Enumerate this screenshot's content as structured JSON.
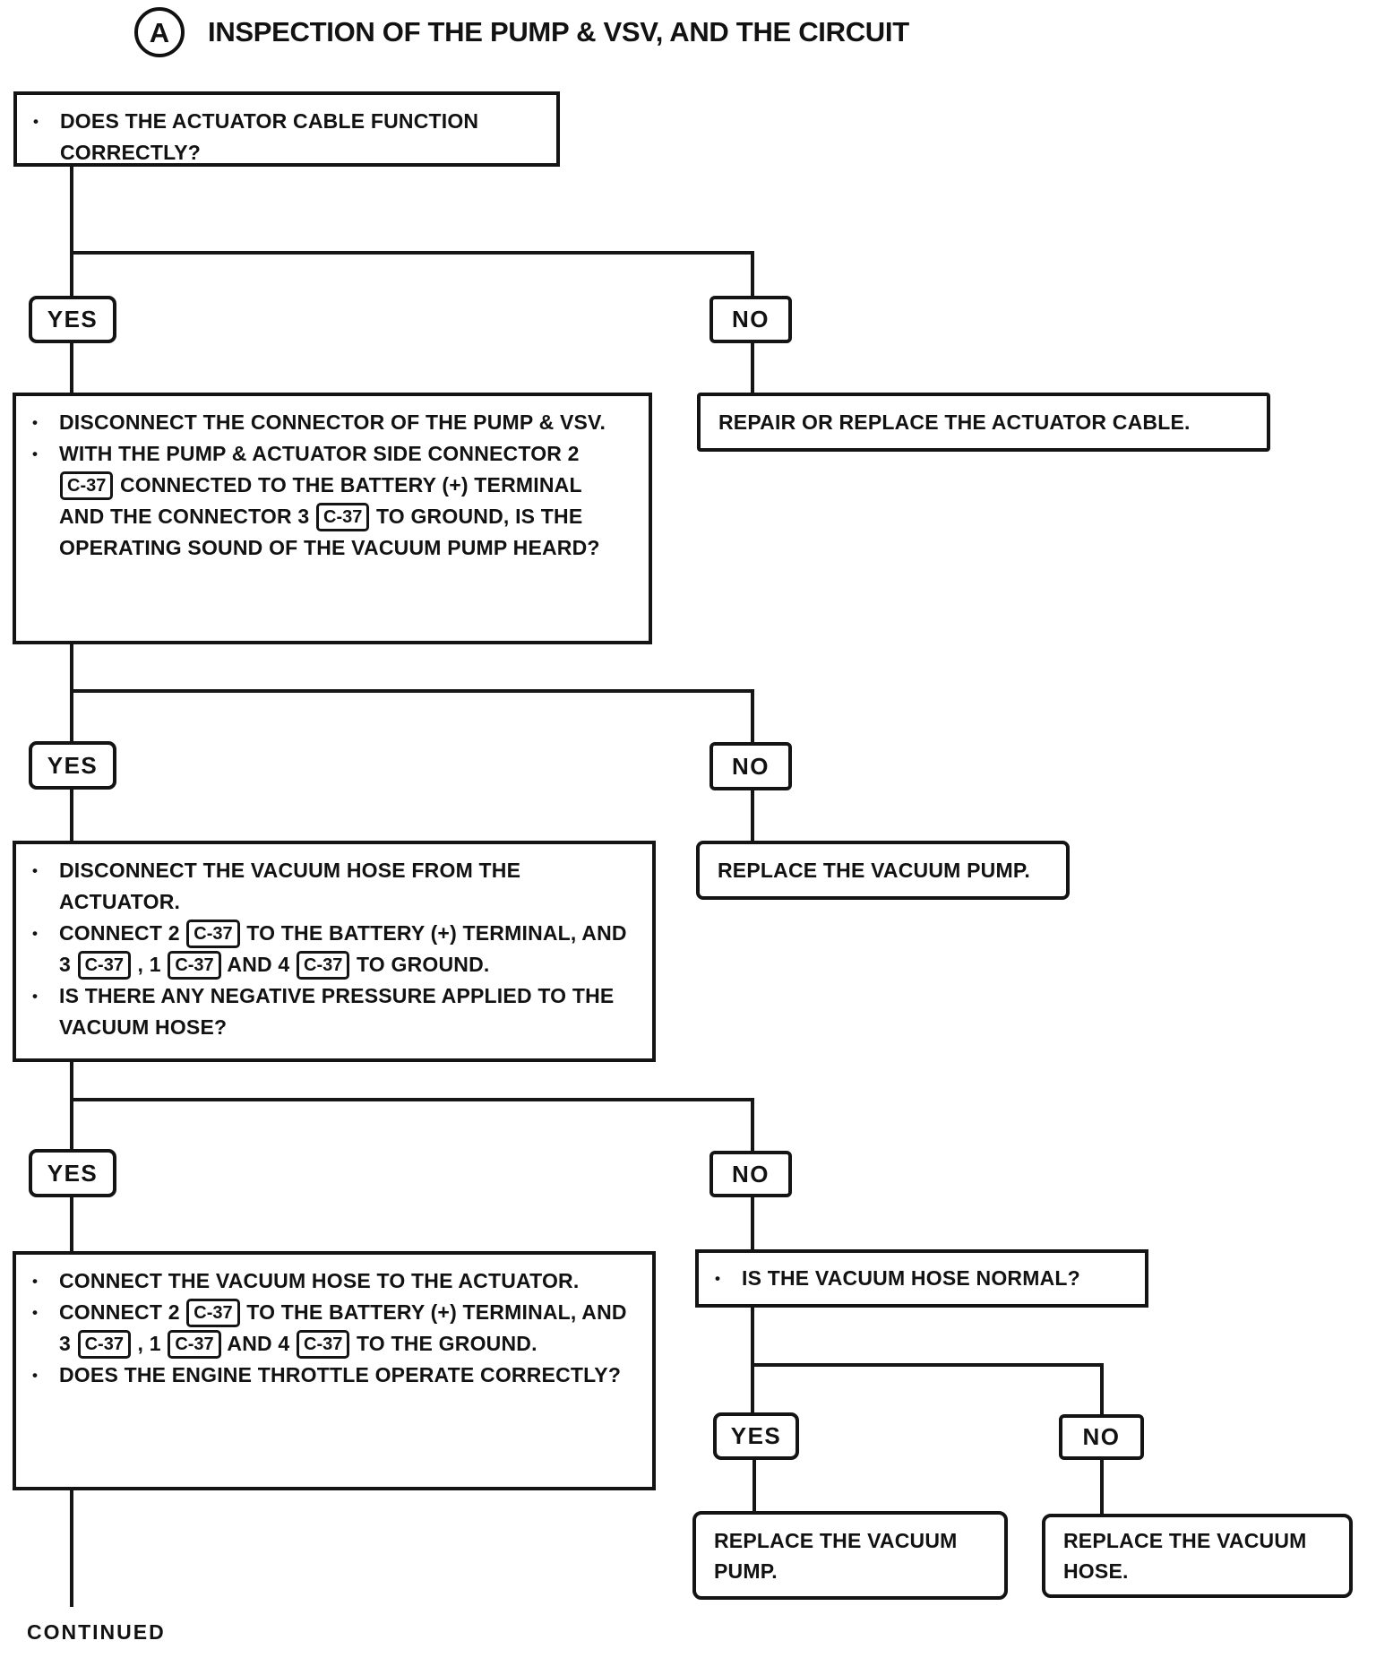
{
  "header": {
    "badge": "A",
    "title": "INSPECTION OF THE PUMP & VSV, AND THE CIRCUIT"
  },
  "labels": {
    "yes": "YES",
    "no": "NO",
    "continued": "CONTINUED"
  },
  "boxes": {
    "q1": {
      "lines": [
        {
          "bullet": true,
          "seg": [
            {
              "t": "DOES THE ACTUATOR CABLE FUNCTION CORRECTLY?"
            }
          ]
        }
      ]
    },
    "repair_cable": {
      "text": "REPAIR OR REPLACE THE ACTUATOR CABLE."
    },
    "q2": {
      "lines": [
        {
          "bullet": true,
          "seg": [
            {
              "t": "DISCONNECT THE CONNECTOR OF THE PUMP & VSV."
            }
          ]
        },
        {
          "bullet": true,
          "seg": [
            {
              "t": "WITH THE PUMP & ACTUATOR SIDE CONNECTOR 2 "
            },
            {
              "chip": "C-37"
            },
            {
              "t": " CONNECTED TO THE BATTERY (+) TERMINAL AND THE CONNECTOR 3 "
            },
            {
              "chip": "C-37"
            },
            {
              "t": " TO GROUND, IS THE OPERATING SOUND OF THE VACUUM PUMP HEARD?"
            }
          ]
        }
      ]
    },
    "replace_pump_1": {
      "text": "REPLACE THE VACUUM PUMP."
    },
    "q3": {
      "lines": [
        {
          "bullet": true,
          "seg": [
            {
              "t": "DISCONNECT THE VACUUM HOSE FROM THE ACTUATOR."
            }
          ]
        },
        {
          "bullet": true,
          "seg": [
            {
              "t": "CONNECT 2 "
            },
            {
              "chip": "C-37"
            },
            {
              "t": " TO THE BATTERY (+) TERMINAL, AND 3 "
            },
            {
              "chip": "C-37"
            },
            {
              "t": " , 1 "
            },
            {
              "chip": "C-37"
            },
            {
              "t": " AND 4 "
            },
            {
              "chip": "C-37"
            },
            {
              "t": " TO GROUND."
            }
          ]
        },
        {
          "bullet": true,
          "seg": [
            {
              "t": "IS THERE ANY NEGATIVE PRESSURE APPLIED TO THE VACUUM HOSE?"
            }
          ]
        }
      ]
    },
    "q4": {
      "lines": [
        {
          "bullet": true,
          "seg": [
            {
              "t": "CONNECT THE VACUUM HOSE TO THE ACTUATOR."
            }
          ]
        },
        {
          "bullet": true,
          "seg": [
            {
              "t": "CONNECT 2 "
            },
            {
              "chip": "C-37"
            },
            {
              "t": " TO THE BATTERY (+) TERMINAL, AND 3 "
            },
            {
              "chip": "C-37"
            },
            {
              "t": " , 1 "
            },
            {
              "chip": "C-37"
            },
            {
              "t": " AND 4 "
            },
            {
              "chip": "C-37"
            },
            {
              "t": " TO THE GROUND."
            }
          ]
        },
        {
          "bullet": true,
          "seg": [
            {
              "t": "DOES THE ENGINE THROTTLE OPERATE CORRECTLY?"
            }
          ]
        }
      ]
    },
    "hose_normal": {
      "lines": [
        {
          "bullet": true,
          "seg": [
            {
              "t": "IS THE VACUUM HOSE NORMAL?"
            }
          ]
        }
      ]
    },
    "replace_pump_2": {
      "text": "REPLACE THE VACUUM PUMP."
    },
    "replace_hose": {
      "text": "REPLACE THE VACUUM HOSE."
    }
  }
}
